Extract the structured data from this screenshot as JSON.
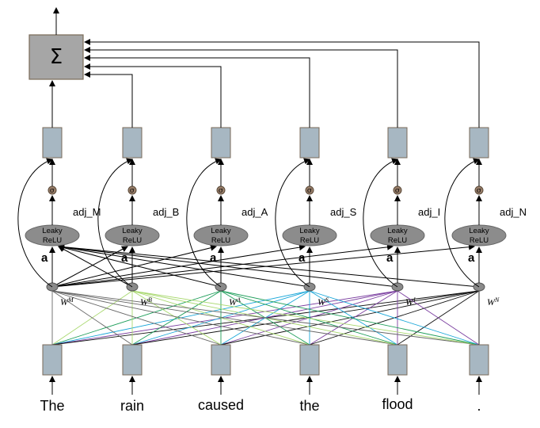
{
  "words": [
    "The",
    "rain",
    "caused",
    "the",
    "flood",
    "."
  ],
  "adj_labels": [
    "adj_M",
    "adj_B",
    "adj_A",
    "adj_S",
    "adj_I",
    "adj_N"
  ],
  "weights": [
    {
      "base": "W",
      "sup": "M"
    },
    {
      "base": "W",
      "sup": "B"
    },
    {
      "base": "W",
      "sup": "A"
    },
    {
      "base": "W",
      "sup": "S"
    },
    {
      "base": "W",
      "sup": "I"
    },
    {
      "base": "W",
      "sup": "N"
    }
  ],
  "relu_line1": "Leaky",
  "relu_line2": "ReLU",
  "sigma_symbol": "σ",
  "attention_label": "a",
  "sum_symbol": "Σ",
  "colors": {
    "box_fill": "#a7b7c2",
    "box_stroke": "#7a6a58",
    "relu_fill": "#8c8c8c",
    "sum_fill": "#a6a6a6",
    "branch": [
      "#666666",
      "#a8d86e",
      "#1e9e5a",
      "#1aa7d9",
      "#7b3fa0",
      "#111111"
    ]
  }
}
